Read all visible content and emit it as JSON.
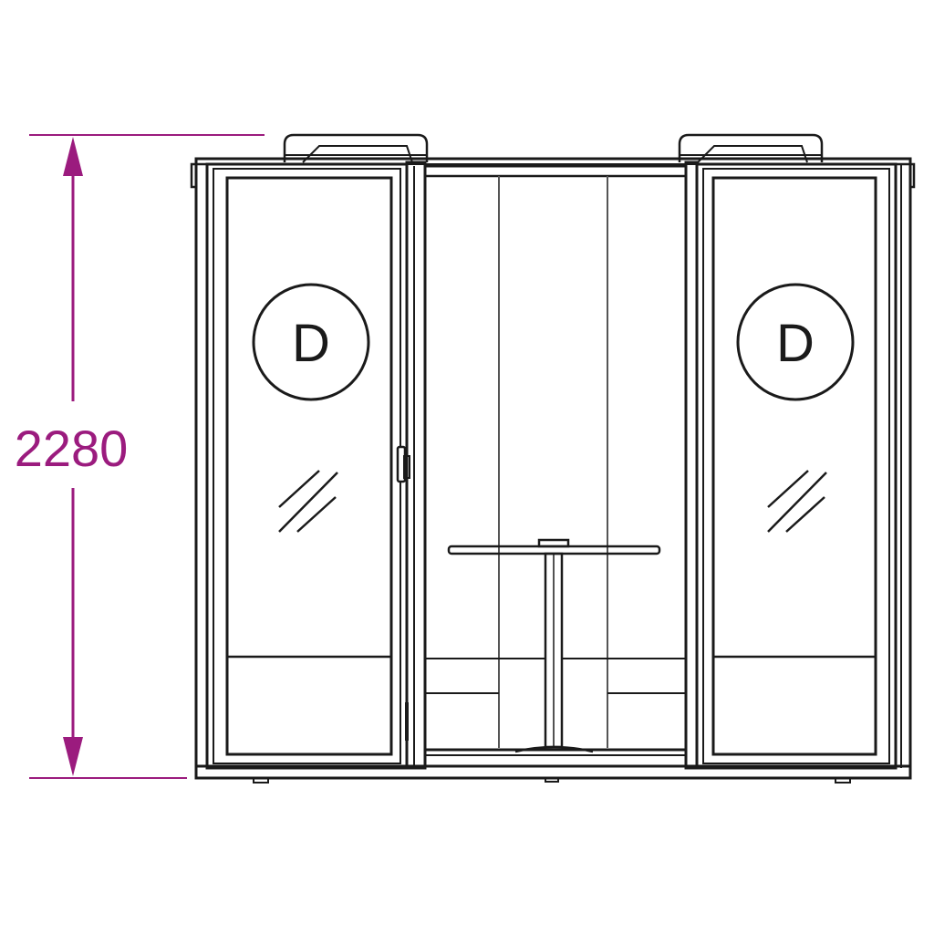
{
  "dimension": {
    "height_label": "2280"
  },
  "doors": [
    {
      "logo_letter": "D"
    },
    {
      "logo_letter": "D"
    }
  ],
  "colors": {
    "dimension": "#9b1b7e",
    "line": "#1a1a1a",
    "background": "#ffffff"
  }
}
